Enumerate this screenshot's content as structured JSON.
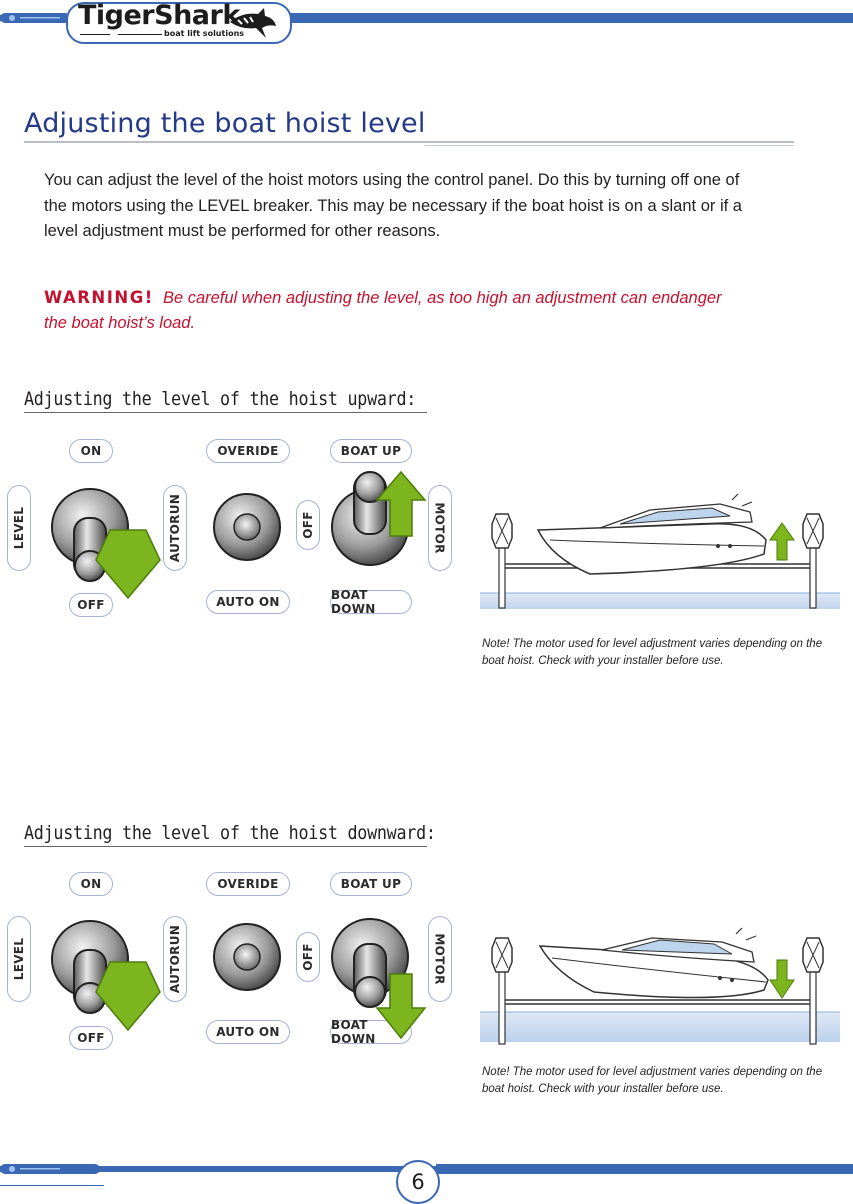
{
  "header": {
    "brand_name": "TigerShark",
    "brand_tagline": "boat lift solutions",
    "logo_icon": "shark-icon"
  },
  "page_title": "Adjusting the boat hoist level",
  "intro_text": "You can adjust the level of the hoist motors using the control panel.  Do this by turning off one of the motors using the LEVEL breaker.  This may be necessary if the boat hoist is on a slant or if a level adjustment must be performed for other reasons.",
  "warning": {
    "label": "WARNING!",
    "text": "Be careful when adjusting the level, as too high an adjustment can endanger the boat hoist’s load."
  },
  "sections": [
    {
      "title": "Adjusting the level of the hoist upward:",
      "panel": {
        "level_on": "ON",
        "level_off": "OFF",
        "level_label": "LEVEL",
        "autorun": "AUTORUN",
        "overide": "OVERIDE",
        "auto_on": "AUTO ON",
        "off": "OFF",
        "boat_up": "BOAT UP",
        "boat_down": "BOAT DOWN",
        "motor": "MOTOR",
        "arrow_direction": "up"
      },
      "note": "Note!  The motor used for level adjustment varies depending on the boat hoist.  Check with your installer before use."
    },
    {
      "title": "Adjusting the level of the hoist downward:",
      "panel": {
        "level_on": "ON",
        "level_off": "OFF",
        "level_label": "LEVEL",
        "autorun": "AUTORUN",
        "overide": "OVERIDE",
        "auto_on": "AUTO ON",
        "off": "OFF",
        "boat_up": "BOAT UP",
        "boat_down": "BOAT DOWN",
        "motor": "MOTOR",
        "arrow_direction": "down"
      },
      "note": "Note!  The motor used for level adjustment varies depending on the boat hoist.  Check with your installer before use."
    }
  ],
  "page_number": "6",
  "colors": {
    "accent_blue": "#3a68b4",
    "title_blue": "#243a86",
    "warning_red": "#c3122f",
    "arrow_green": "#7cb51d"
  }
}
